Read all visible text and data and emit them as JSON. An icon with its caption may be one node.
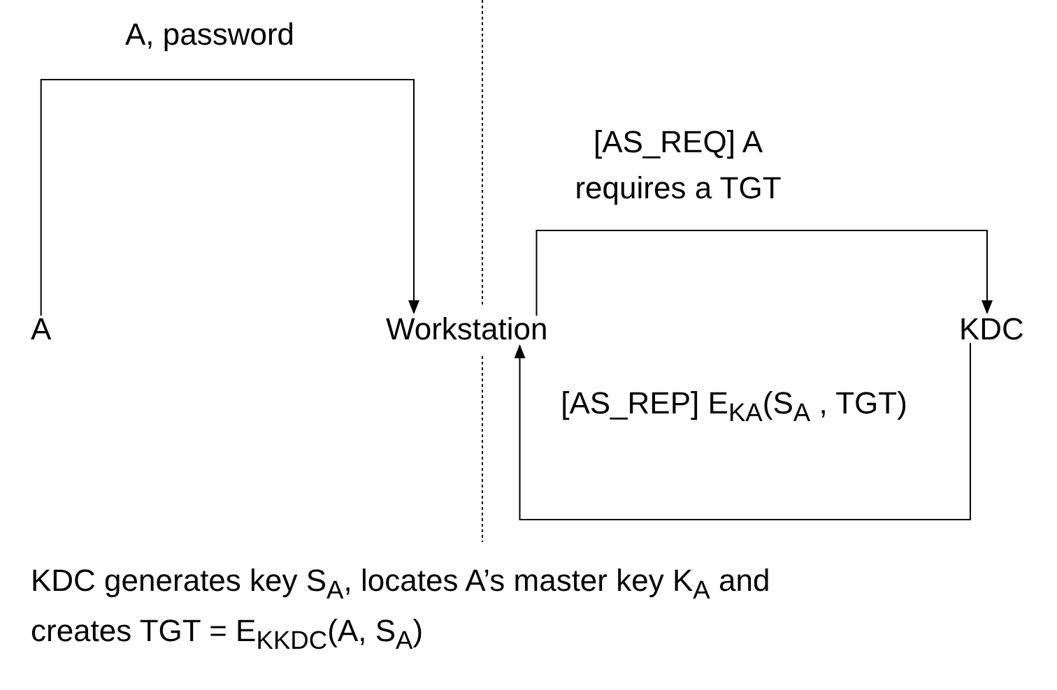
{
  "diagram": {
    "nodes": [
      {
        "text": [
          "A"
        ]
      },
      {
        "text": [
          "Workstation"
        ]
      },
      {
        "text": [
          "KDC"
        ]
      }
    ],
    "edges": [
      {
        "from": 0,
        "to": 1,
        "arrow": "to",
        "label": "A, password"
      },
      {
        "from": 1,
        "to": 2,
        "arrow": "to",
        "label": "[AS_REQ] A requires a TGT"
      },
      {
        "from": 2,
        "to": 1,
        "arrow": "to",
        "label": "[AS_REP] E$_{K}$$_{A}$(S$_{A}$ , TGT)"
      }
    ],
    "labels": [
      "KDC generates key S$_{A}$, locates A’s master key K$_{A}$ and creates TGT = E$_{K}$$_{KDC}$(A, S$_{A}$)"
    ]
  }
}
